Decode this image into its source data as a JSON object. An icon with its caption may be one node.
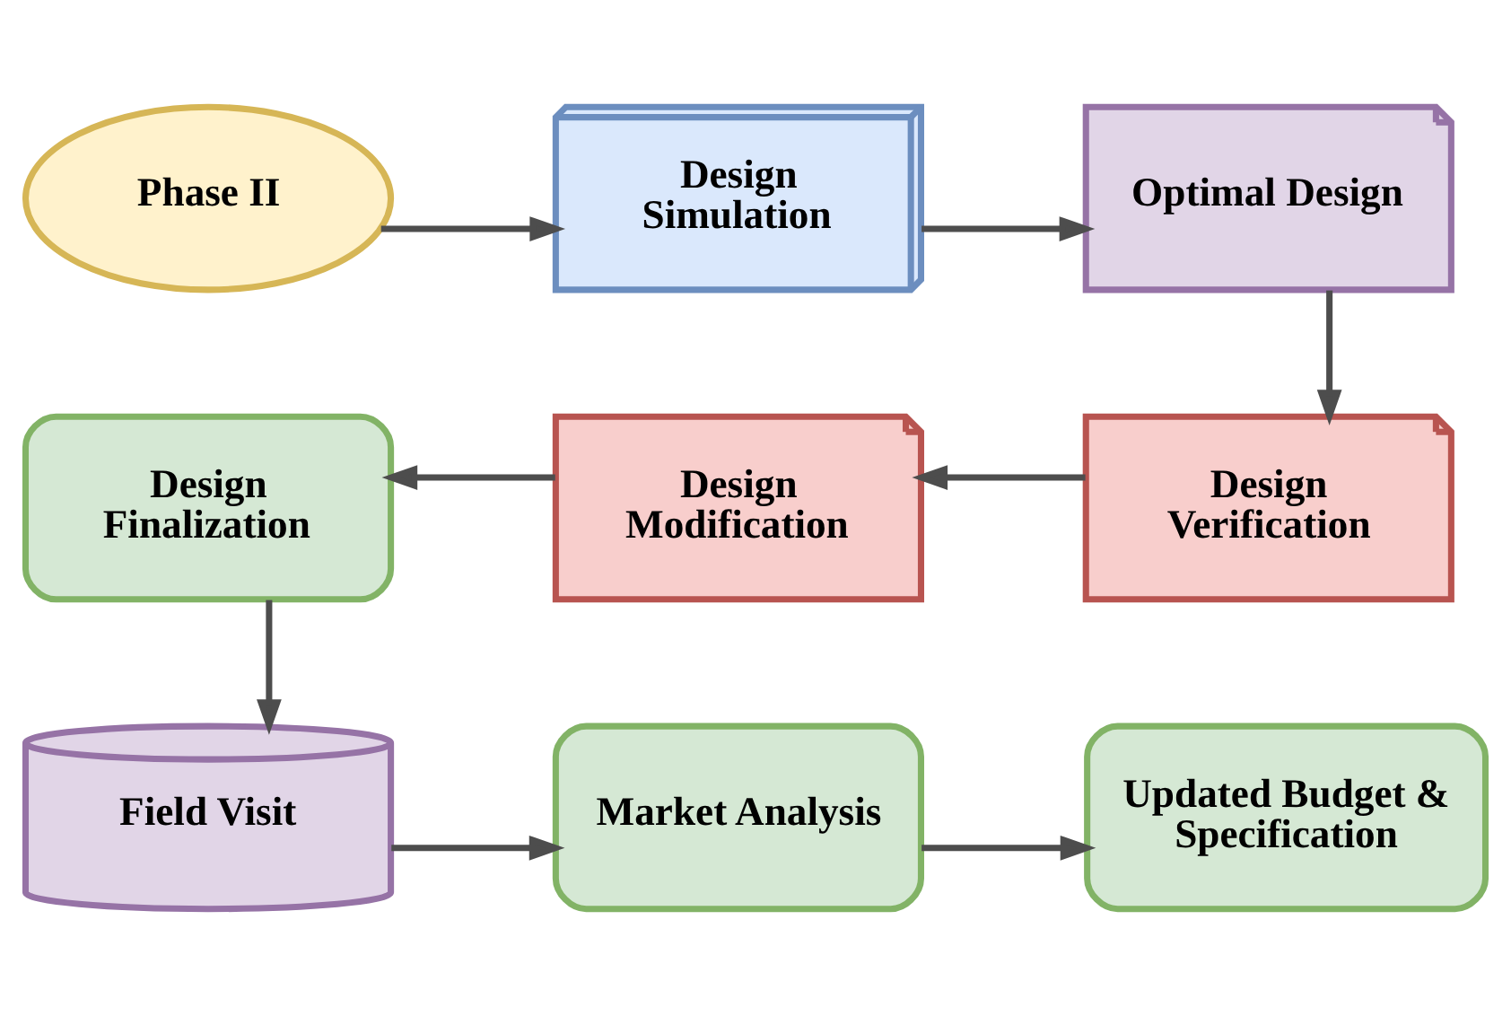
{
  "diagram": {
    "nodes": [
      {
        "text": [
          "Phase II"
        ]
      },
      {
        "text": [
          "Design Simulation"
        ]
      },
      {
        "text": [
          "Optimal Design"
        ]
      },
      {
        "text": [
          "Design Verification"
        ]
      },
      {
        "text": [
          "Design Modification"
        ]
      },
      {
        "text": [
          "Design Finalization"
        ]
      },
      {
        "text": [
          "Field Visit"
        ]
      },
      {
        "text": [
          "Market Analysis"
        ]
      },
      {
        "text": [
          "Updated Budget & Specification"
        ]
      }
    ],
    "edges": [
      {
        "from": 0,
        "to": 1,
        "arrow": "to"
      },
      {
        "from": 1,
        "to": 2,
        "arrow": "to"
      },
      {
        "from": 2,
        "to": 3,
        "arrow": "to"
      },
      {
        "from": 3,
        "to": 4,
        "arrow": "to"
      },
      {
        "from": 4,
        "to": 5,
        "arrow": "to"
      },
      {
        "from": 5,
        "to": 6,
        "arrow": "to"
      },
      {
        "from": 6,
        "to": 7,
        "arrow": "to"
      },
      {
        "from": 7,
        "to": 8,
        "arrow": "to"
      }
    ]
  }
}
